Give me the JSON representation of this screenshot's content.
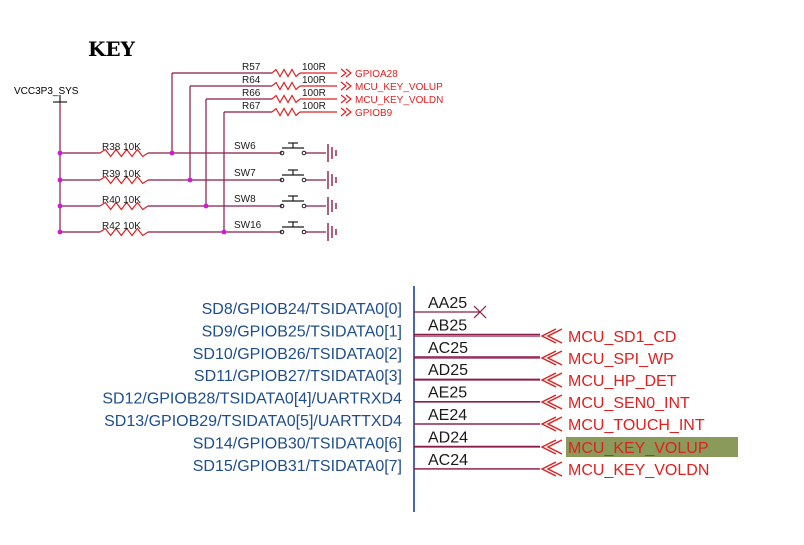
{
  "title": "KEY",
  "power_label": "VCC3P3_SYS",
  "colors": {
    "title": "#1a3a96",
    "wire": "#8a1c4a",
    "node": "#d01ad0",
    "red": "#e02020",
    "blue_text": "#1f4e8c",
    "bus": "#1f3f9f",
    "highlight": "#8a9a5a",
    "text_dark": "#1a1a1a"
  },
  "series_resistors": [
    {
      "ref": "R57",
      "value": "100R",
      "net": "GPIOA28"
    },
    {
      "ref": "R64",
      "value": "100R",
      "net": "MCU_KEY_VOLUP"
    },
    {
      "ref": "R66",
      "value": "100R",
      "net": "MCU_KEY_VOLDN"
    },
    {
      "ref": "R67",
      "value": "100R",
      "net": "GPIOB9"
    }
  ],
  "pullups": [
    {
      "ref": "R38",
      "value": "10K",
      "switch": "SW6"
    },
    {
      "ref": "R39",
      "value": "10K",
      "switch": "SW7"
    },
    {
      "ref": "R40",
      "value": "10K",
      "switch": "SW8"
    },
    {
      "ref": "R42",
      "value": "10K",
      "switch": "SW16"
    }
  ],
  "ic_pins": [
    {
      "name": "SD8/GPIOB24/TSIDATA0[0]",
      "ball": "AA25",
      "net": "",
      "nc": false
    },
    {
      "name": "SD9/GPIOB25/TSIDATA0[1]",
      "ball": "AB25",
      "net": "MCU_SD1_CD",
      "nc": true
    },
    {
      "name": "SD10/GPIOB26/TSIDATA0[2]",
      "ball": "AC25",
      "net": "MCU_SPI_WP",
      "nc": false
    },
    {
      "name": "SD11/GPIOB27/TSIDATA0[3]",
      "ball": "AD25",
      "net": "MCU_HP_DET",
      "nc": false
    },
    {
      "name": "SD12/GPIOB28/TSIDATA0[4]/UARTRXD4",
      "ball": "AE25",
      "net": "MCU_SEN0_INT",
      "nc": false
    },
    {
      "name": "SD13/GPIOB29/TSIDATA0[5]/UARTTXD4",
      "ball": "AE24",
      "net": "MCU_TOUCH_INT",
      "nc": false
    },
    {
      "name": "SD14/GPIOB30/TSIDATA0[6]",
      "ball": "AD24",
      "net": "MCU_KEY_VOLUP",
      "nc": false
    },
    {
      "name": "SD15/GPIOB31/TSIDATA0[7]",
      "ball": "AC24",
      "net": "MCU_KEY_VOLDN",
      "nc": false
    }
  ],
  "highlighted_net": "MCU_KEY_VOLUP"
}
